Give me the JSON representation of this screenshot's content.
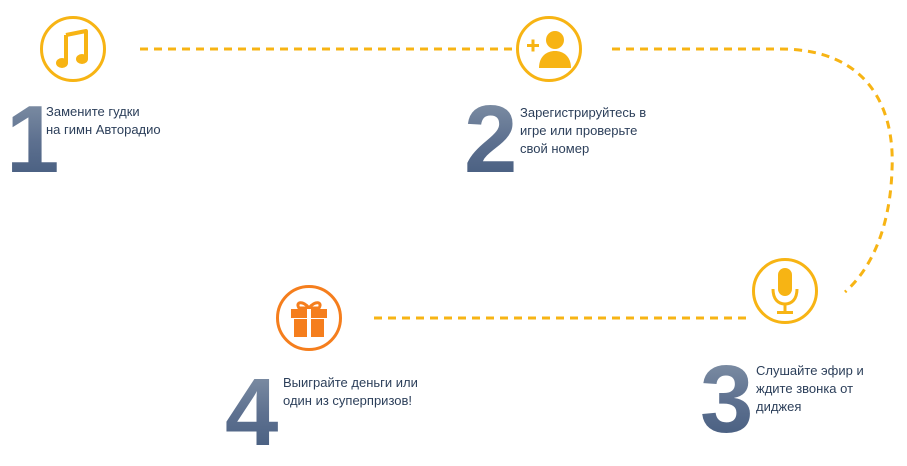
{
  "colors": {
    "accent_yellow": "#f7b414",
    "accent_orange": "#f57e1d",
    "number_gradient": [
      "#8494a8",
      "#435a7d"
    ],
    "text": "#2c3f5a"
  },
  "steps": [
    {
      "number": "1",
      "text": "Замените гудки\nна гимн Авторадио",
      "icon": "music-note-icon"
    },
    {
      "number": "2",
      "text": "Зарегистрируйтесь в\nигре или проверьте\nсвой номер",
      "icon": "add-user-icon"
    },
    {
      "number": "3",
      "text": "Слушайте эфир и\nждите звонка от\nдиджея",
      "icon": "microphone-icon"
    },
    {
      "number": "4",
      "text": "Выиграйте деньги или\nодин из суперпризов!",
      "icon": "gift-icon"
    }
  ]
}
